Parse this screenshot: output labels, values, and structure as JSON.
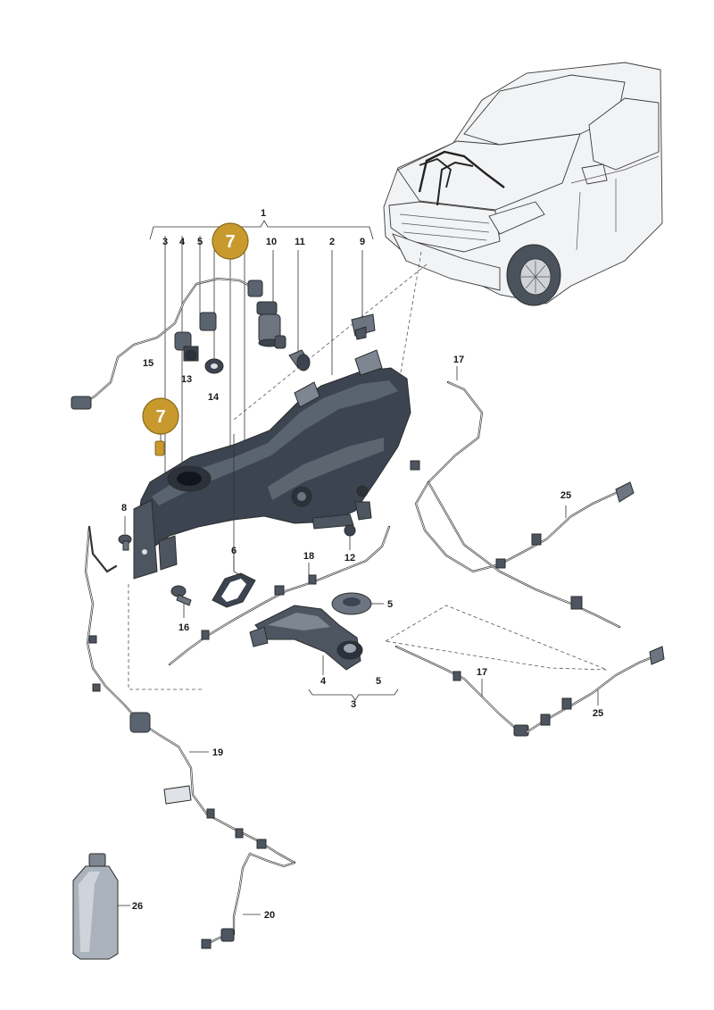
{
  "callouts": {
    "p1": "1",
    "p2": "2",
    "p3_top": "3",
    "p4_top": "4",
    "p5_top": "5",
    "p9": "9",
    "p10": "10",
    "p11": "11",
    "p12": "12",
    "p13": "13",
    "p14": "14",
    "p15": "15",
    "p16": "16",
    "p8": "8",
    "p6": "6",
    "p17_top": "17",
    "p18": "18",
    "p5_cap": "5",
    "p4_bottom": "4",
    "p5_bottom": "5",
    "p3_bottom": "3",
    "p17_bottom": "17",
    "p25_top": "25",
    "p25_bottom": "25",
    "p19": "19",
    "p20": "20",
    "p26": "26"
  },
  "badges": {
    "top": "7",
    "left": "7"
  },
  "colors": {
    "badge_fill": "#c89a2e",
    "badge_stroke": "#8a6a1a",
    "part_dark": "#3b4450",
    "part_mid": "#5a6470",
    "part_light": "#9aa3ad",
    "line": "#333333"
  }
}
